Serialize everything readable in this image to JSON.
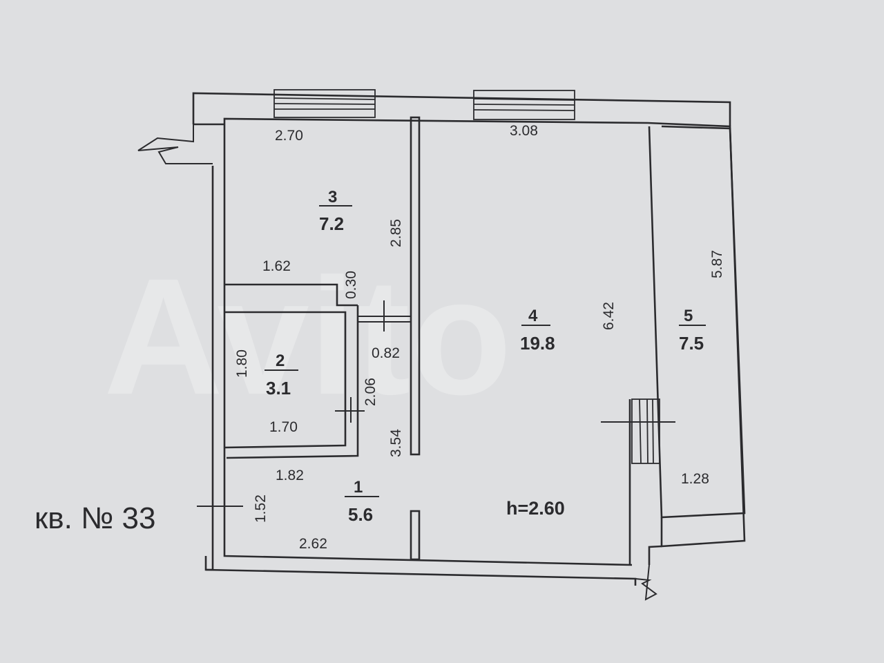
{
  "apartment_label": "кв. № 33",
  "ceiling_height": "h=2.60",
  "watermark": "Avito",
  "rooms": {
    "r1": {
      "number": "1",
      "area": "5.6"
    },
    "r2": {
      "number": "2",
      "area": "3.1"
    },
    "r3": {
      "number": "3",
      "area": "7.2"
    },
    "r4": {
      "number": "4",
      "area": "19.8"
    },
    "r5": {
      "number": "5",
      "area": "7.5"
    }
  },
  "dimensions": {
    "d_270": "2.70",
    "d_308": "3.08",
    "d_285": "2.85",
    "d_162": "1.62",
    "d_030": "0.30",
    "d_642": "6.42",
    "d_587": "5.87",
    "d_180": "1.80",
    "d_082": "0.82",
    "d_206": "2.06",
    "d_170": "1.70",
    "d_354": "3.54",
    "d_182": "1.82",
    "d_152": "1.52",
    "d_262": "2.62",
    "d_128": "1.28"
  }
}
